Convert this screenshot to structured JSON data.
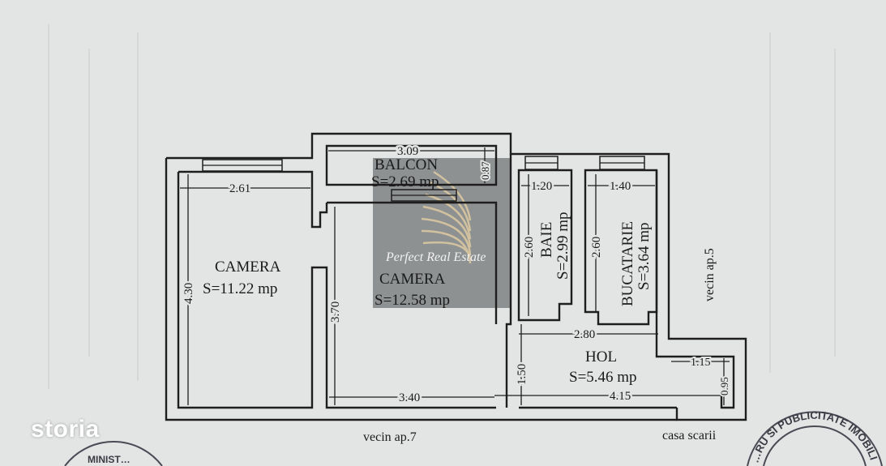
{
  "rooms": {
    "camera1": {
      "name": "CAMERA",
      "area": "S=11.22 mp"
    },
    "camera2": {
      "name": "CAMERA",
      "area": "S=12.58 mp"
    },
    "balcon": {
      "name": "BALCON",
      "area": "S=2.69 mp"
    },
    "baie": {
      "name": "BAIE",
      "area": "S=2.99 mp"
    },
    "bucatarie": {
      "name": "BUCATARIE",
      "area": "S=3.64 mp"
    },
    "hol": {
      "name": "HOL",
      "area": "S=5.46 mp"
    }
  },
  "dimensions": {
    "camera1_width": "2.61",
    "camera1_height": "4.30",
    "camera2_height": "3.70",
    "camera2_width": "3.40",
    "balcon_width": "3.09",
    "balcon_depth": "0.87",
    "baie_width": "1.20",
    "baie_height": "2.60",
    "bucatarie_width": "1.40",
    "bucatarie_height": "2.60",
    "hol_width": "2.80",
    "hol_height": "1.50",
    "hol_bottom": "4.15",
    "entry_width": "1.15",
    "entry_depth": "0.95"
  },
  "neighbors": {
    "bottom": "vecin ap.7",
    "right": "vecin ap.5",
    "stairs": "casa scarii"
  },
  "watermark": {
    "text": "Perfect Real Estate"
  },
  "logo": {
    "text": "storia"
  },
  "stamps": {
    "right": "…RU SI PUBLICITATE IMOBILIARA… …ATE IMOBILIARA CONST…",
    "left": "MINIST…"
  }
}
